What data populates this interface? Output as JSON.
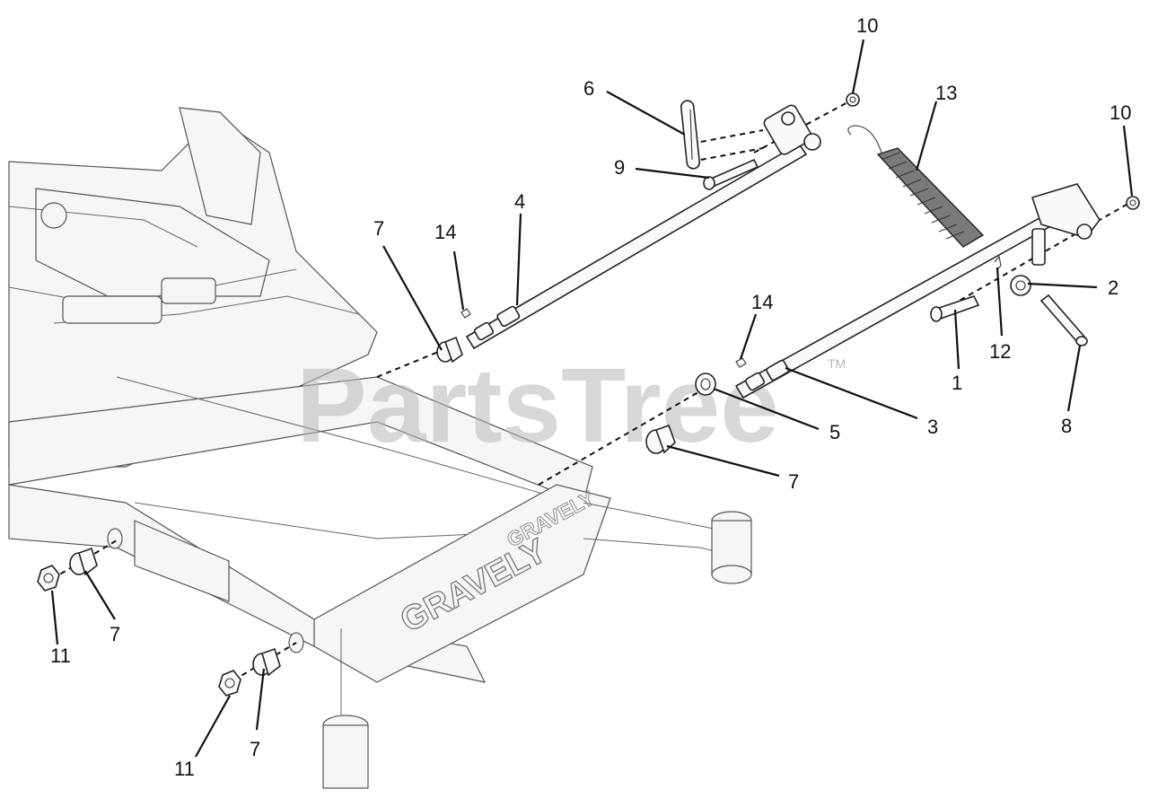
{
  "watermark": {
    "text": "PartsTree",
    "trademark": "TM"
  },
  "frame_brand": "GRAVELY",
  "callouts": [
    {
      "id": "c1",
      "text": "1"
    },
    {
      "id": "c2",
      "text": "2"
    },
    {
      "id": "c3",
      "text": "3"
    },
    {
      "id": "c4",
      "text": "4"
    },
    {
      "id": "c5",
      "text": "5"
    },
    {
      "id": "c6",
      "text": "6"
    },
    {
      "id": "c7a",
      "text": "7"
    },
    {
      "id": "c7b",
      "text": "7"
    },
    {
      "id": "c7c",
      "text": "7"
    },
    {
      "id": "c7d",
      "text": "7"
    },
    {
      "id": "c8",
      "text": "8"
    },
    {
      "id": "c9",
      "text": "9"
    },
    {
      "id": "c10a",
      "text": "10"
    },
    {
      "id": "c10b",
      "text": "10"
    },
    {
      "id": "c11a",
      "text": "11"
    },
    {
      "id": "c11b",
      "text": "11"
    },
    {
      "id": "c12",
      "text": "12"
    },
    {
      "id": "c13",
      "text": "13"
    },
    {
      "id": "c14a",
      "text": "14"
    },
    {
      "id": "c14b",
      "text": "14"
    }
  ]
}
